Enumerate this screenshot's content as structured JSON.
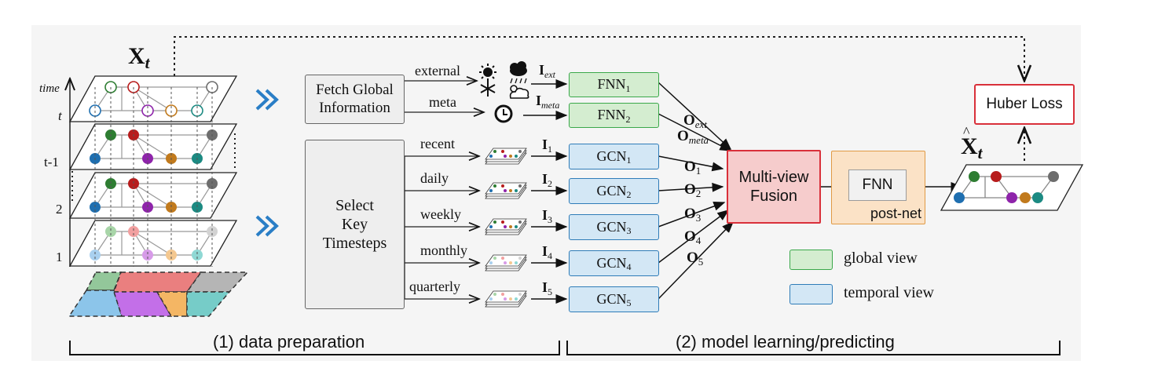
{
  "left_title": "X",
  "left_title_sub": "t",
  "time_axis": {
    "label": "time",
    "ticks": [
      "t",
      "t-1",
      "2",
      "1"
    ]
  },
  "global_box": {
    "line1": "Fetch Global",
    "line2": "Information"
  },
  "select_box": {
    "line1": "Select",
    "line2": "Key",
    "line3": "Timesteps"
  },
  "global_inputs": [
    {
      "label": "external",
      "feature": "I",
      "sub": "ext",
      "fnn": "FNN",
      "fnn_sub": "1",
      "out": "O",
      "out_sub": "ext"
    },
    {
      "label": "meta",
      "feature": "I",
      "sub": "meta",
      "fnn": "FNN",
      "fnn_sub": "2",
      "out": "O",
      "out_sub": "meta"
    }
  ],
  "temporal_inputs": [
    {
      "label": "recent",
      "feature": "I",
      "sub": "1",
      "gcn": "GCN",
      "gcn_sub": "1",
      "out": "O",
      "out_sub": "1"
    },
    {
      "label": "daily",
      "feature": "I",
      "sub": "2",
      "gcn": "GCN",
      "gcn_sub": "2",
      "out": "O",
      "out_sub": "2"
    },
    {
      "label": "weekly",
      "feature": "I",
      "sub": "3",
      "gcn": "GCN",
      "gcn_sub": "3",
      "out": "O",
      "out_sub": "3"
    },
    {
      "label": "monthly",
      "feature": "I",
      "sub": "4",
      "gcn": "GCN",
      "gcn_sub": "4",
      "out": "O",
      "out_sub": "4"
    },
    {
      "label": "quarterly",
      "feature": "I",
      "sub": "5",
      "gcn": "GCN",
      "gcn_sub": "5",
      "out": "O",
      "out_sub": "5"
    }
  ],
  "fusion": {
    "line1": "Multi-view",
    "line2": "Fusion"
  },
  "postnet": {
    "inner": "FNN",
    "label": "post-net"
  },
  "huber": "Huber Loss",
  "output_title": "X",
  "output_title_sub": "t",
  "legend": [
    {
      "label": "global view",
      "color": "#d4edd0",
      "border": "#3aa84a"
    },
    {
      "label": "temporal view",
      "color": "#d3e7f5",
      "border": "#2f7cb8"
    }
  ],
  "sections": [
    "(1) data preparation",
    "(2) model learning/predicting"
  ],
  "node_colors": {
    "green": "#2e7d32",
    "red": "#b71c1c",
    "purple": "#8e24aa",
    "orange": "#c17a1d",
    "teal": "#1c8a82",
    "gray": "#6d6d6d",
    "blue": "#1f6fb0"
  }
}
